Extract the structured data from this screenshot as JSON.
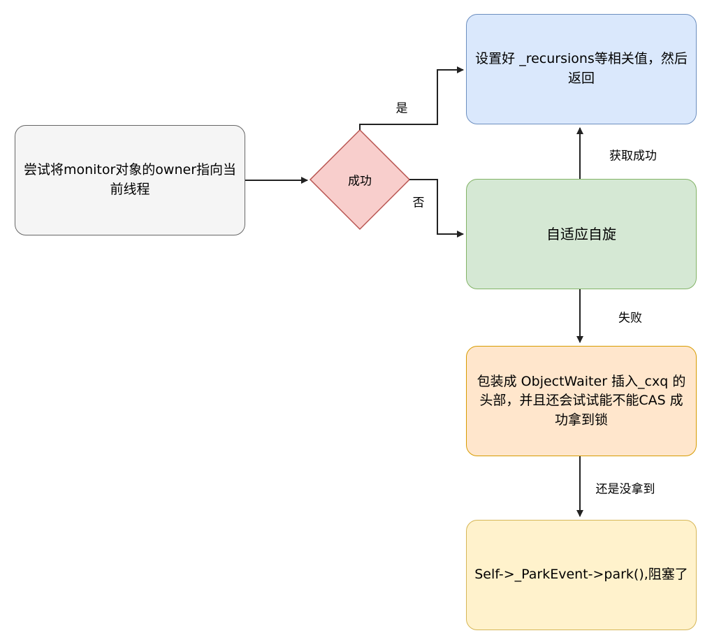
{
  "nodes": {
    "start": "尝试将monitor对象的owner指向当前线程",
    "decision": "成功",
    "success": "设置好 _recursions等相关值，然后返回",
    "spin": "自适应自旋",
    "wrap": "包装成 ObjectWaiter 插入_cxq 的头部，并且还会试试能不能CAS 成功拿到锁",
    "park": "Self->_ParkEvent->park(),阻塞了"
  },
  "edges": {
    "yes": "是",
    "no": "否",
    "acquired": "获取成功",
    "failed": "失败",
    "still_not": "还是没拿到"
  },
  "colors": {
    "start_fill": "#f5f5f5",
    "decision_fill": "#f8cecc",
    "decision_stroke": "#b85450",
    "success_fill": "#dae8fc",
    "spin_fill": "#d5e8d4",
    "wrap_fill": "#ffe6cc",
    "park_fill": "#fff2cc",
    "edge": "#222222"
  }
}
